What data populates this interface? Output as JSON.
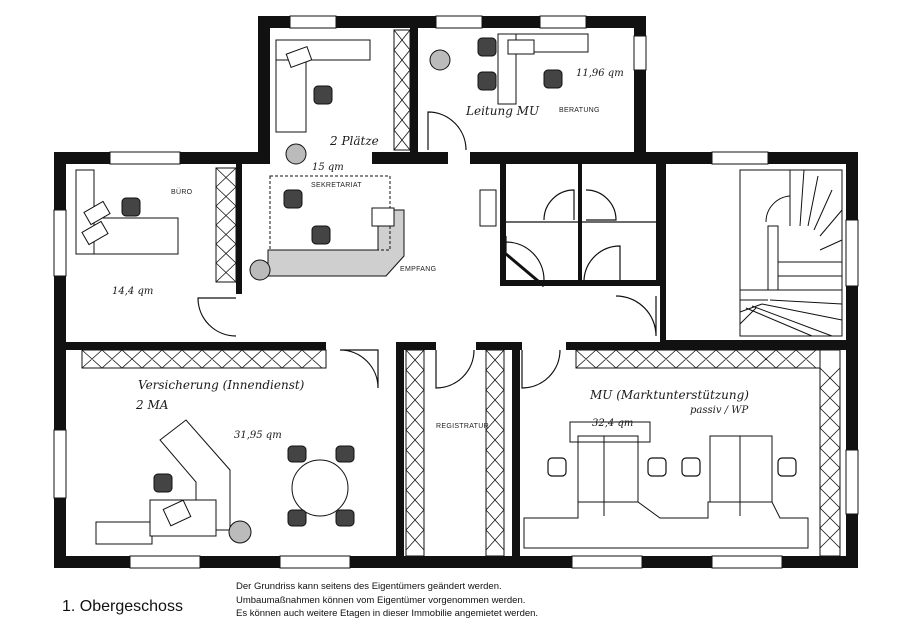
{
  "plan": {
    "floor_title": "1. Obergeschoss",
    "notes": [
      "Der Grundriss kann seitens des Eigentümers geändert werden.",
      "Umbaumaßnahmen können vom Eigentümer vorgenommen werden.",
      "Es können auch weitere Etagen in dieser Immobilie angemietet werden."
    ],
    "rooms": {
      "buero": "BÜRO",
      "sekretariat": "SEKRETARIAT",
      "beratung": "BERATUNG",
      "empfang": "EMPFANG",
      "registratur": "REGISTRATUR"
    },
    "handwritten": {
      "plaetze": "2 Plätze",
      "sekretariat_area": "15 qm",
      "beratung_area": "11,96 qm",
      "leitung": "Leitung MU",
      "buero_area": "14,4 qm",
      "versicherung": "Versicherung (Innendienst)",
      "ma": "2 MA",
      "versicherung_area": "31,95 qm",
      "mu_title": "MU (Marktunterstützung)",
      "mu_sub": "passiv / WP",
      "mu_area": "32,4 qm"
    }
  }
}
